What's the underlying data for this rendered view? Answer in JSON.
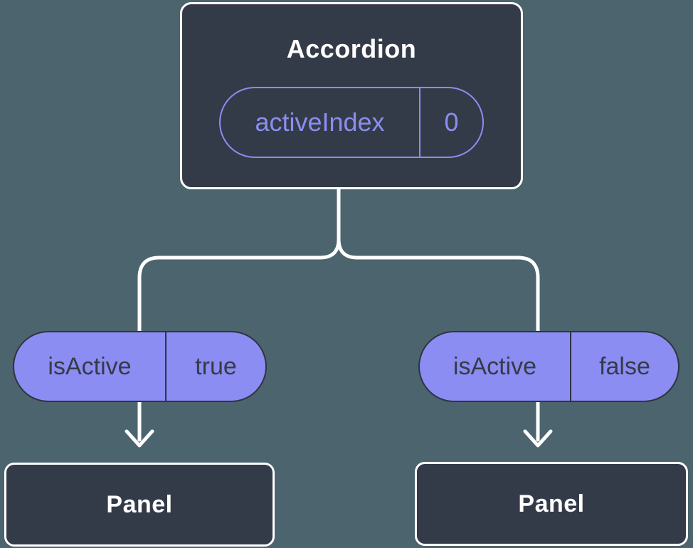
{
  "diagram": {
    "root": {
      "title": "Accordion",
      "prop": {
        "name": "activeIndex",
        "value": "0"
      }
    },
    "branches": [
      {
        "prop": {
          "name": "isActive",
          "value": "true"
        },
        "child": {
          "title": "Panel"
        }
      },
      {
        "prop": {
          "name": "isActive",
          "value": "false"
        },
        "child": {
          "title": "Panel"
        }
      }
    ],
    "colors": {
      "background": "#4c646e",
      "node_fill": "#343b48",
      "node_border": "#ffffff",
      "accent_purple": "#8b8df2",
      "accent_purple_outline": "#8a8ef0",
      "pill_text_dark": "#343b48",
      "connector_white": "#ffffff"
    }
  }
}
